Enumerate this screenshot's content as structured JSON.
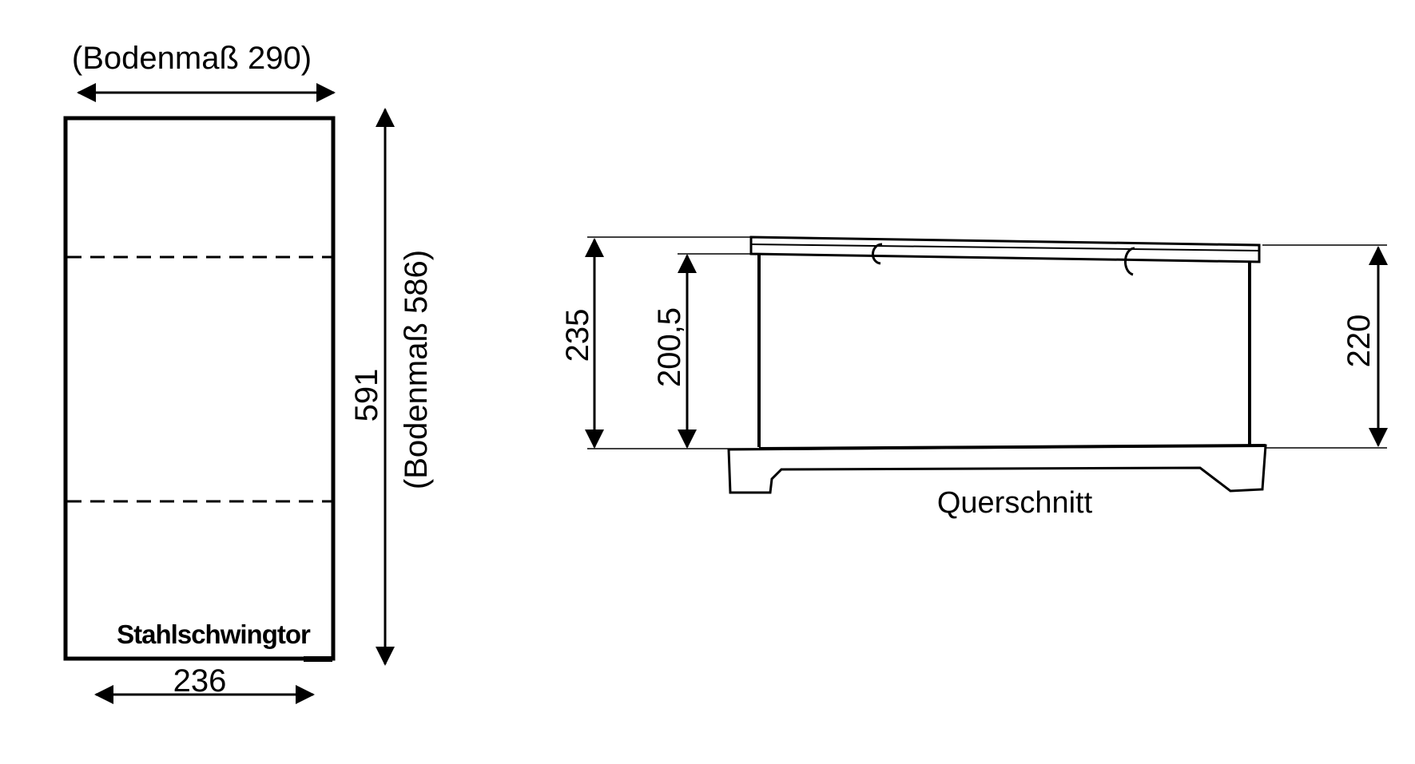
{
  "plan": {
    "floor_width_label": "(Bodenmaß 290)",
    "floor_length_label": "(Bodenmaß 586)",
    "length_label": "591",
    "width_label": "236",
    "door_label": "Stahlschwingtor"
  },
  "section": {
    "title": "Querschnitt",
    "outer_height_label": "235",
    "inner_height_label": "200,5",
    "right_height_label": "220"
  },
  "colors": {
    "ink": "#000000",
    "paper": "#ffffff"
  }
}
